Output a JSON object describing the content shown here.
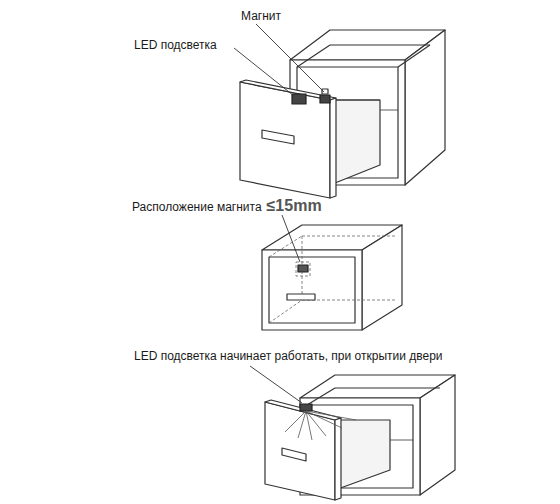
{
  "diagram": {
    "labels": [
      "Магнит",
      "LED подсветка",
      "Расположение магнита",
      "≤15mm",
      "LED подсветка начинает работать, при открытии двери"
    ]
  }
}
